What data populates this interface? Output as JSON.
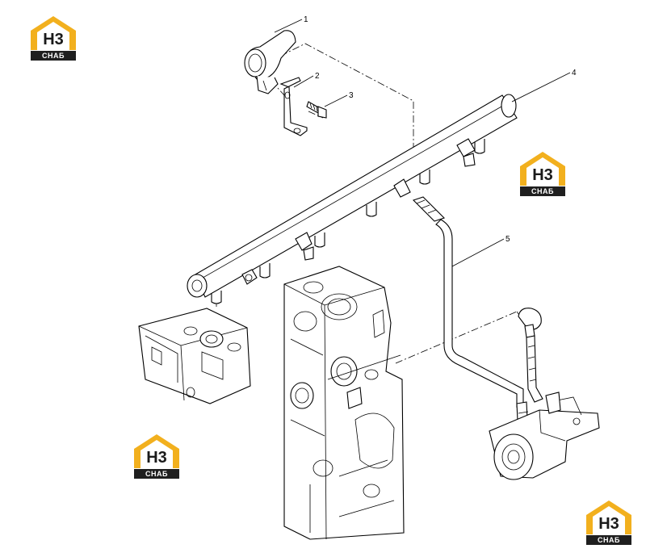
{
  "callouts": [
    {
      "id": "1",
      "label": "1"
    },
    {
      "id": "2",
      "label": "2"
    },
    {
      "id": "3",
      "label": "3"
    },
    {
      "id": "4",
      "label": "4"
    },
    {
      "id": "5",
      "label": "5"
    }
  ],
  "watermark": {
    "letters": "H3",
    "subtitle": "CHAБ",
    "colors": {
      "accent": "#f2b01e",
      "dark": "#1f1f1f",
      "letter": "#1a1a1a"
    }
  }
}
